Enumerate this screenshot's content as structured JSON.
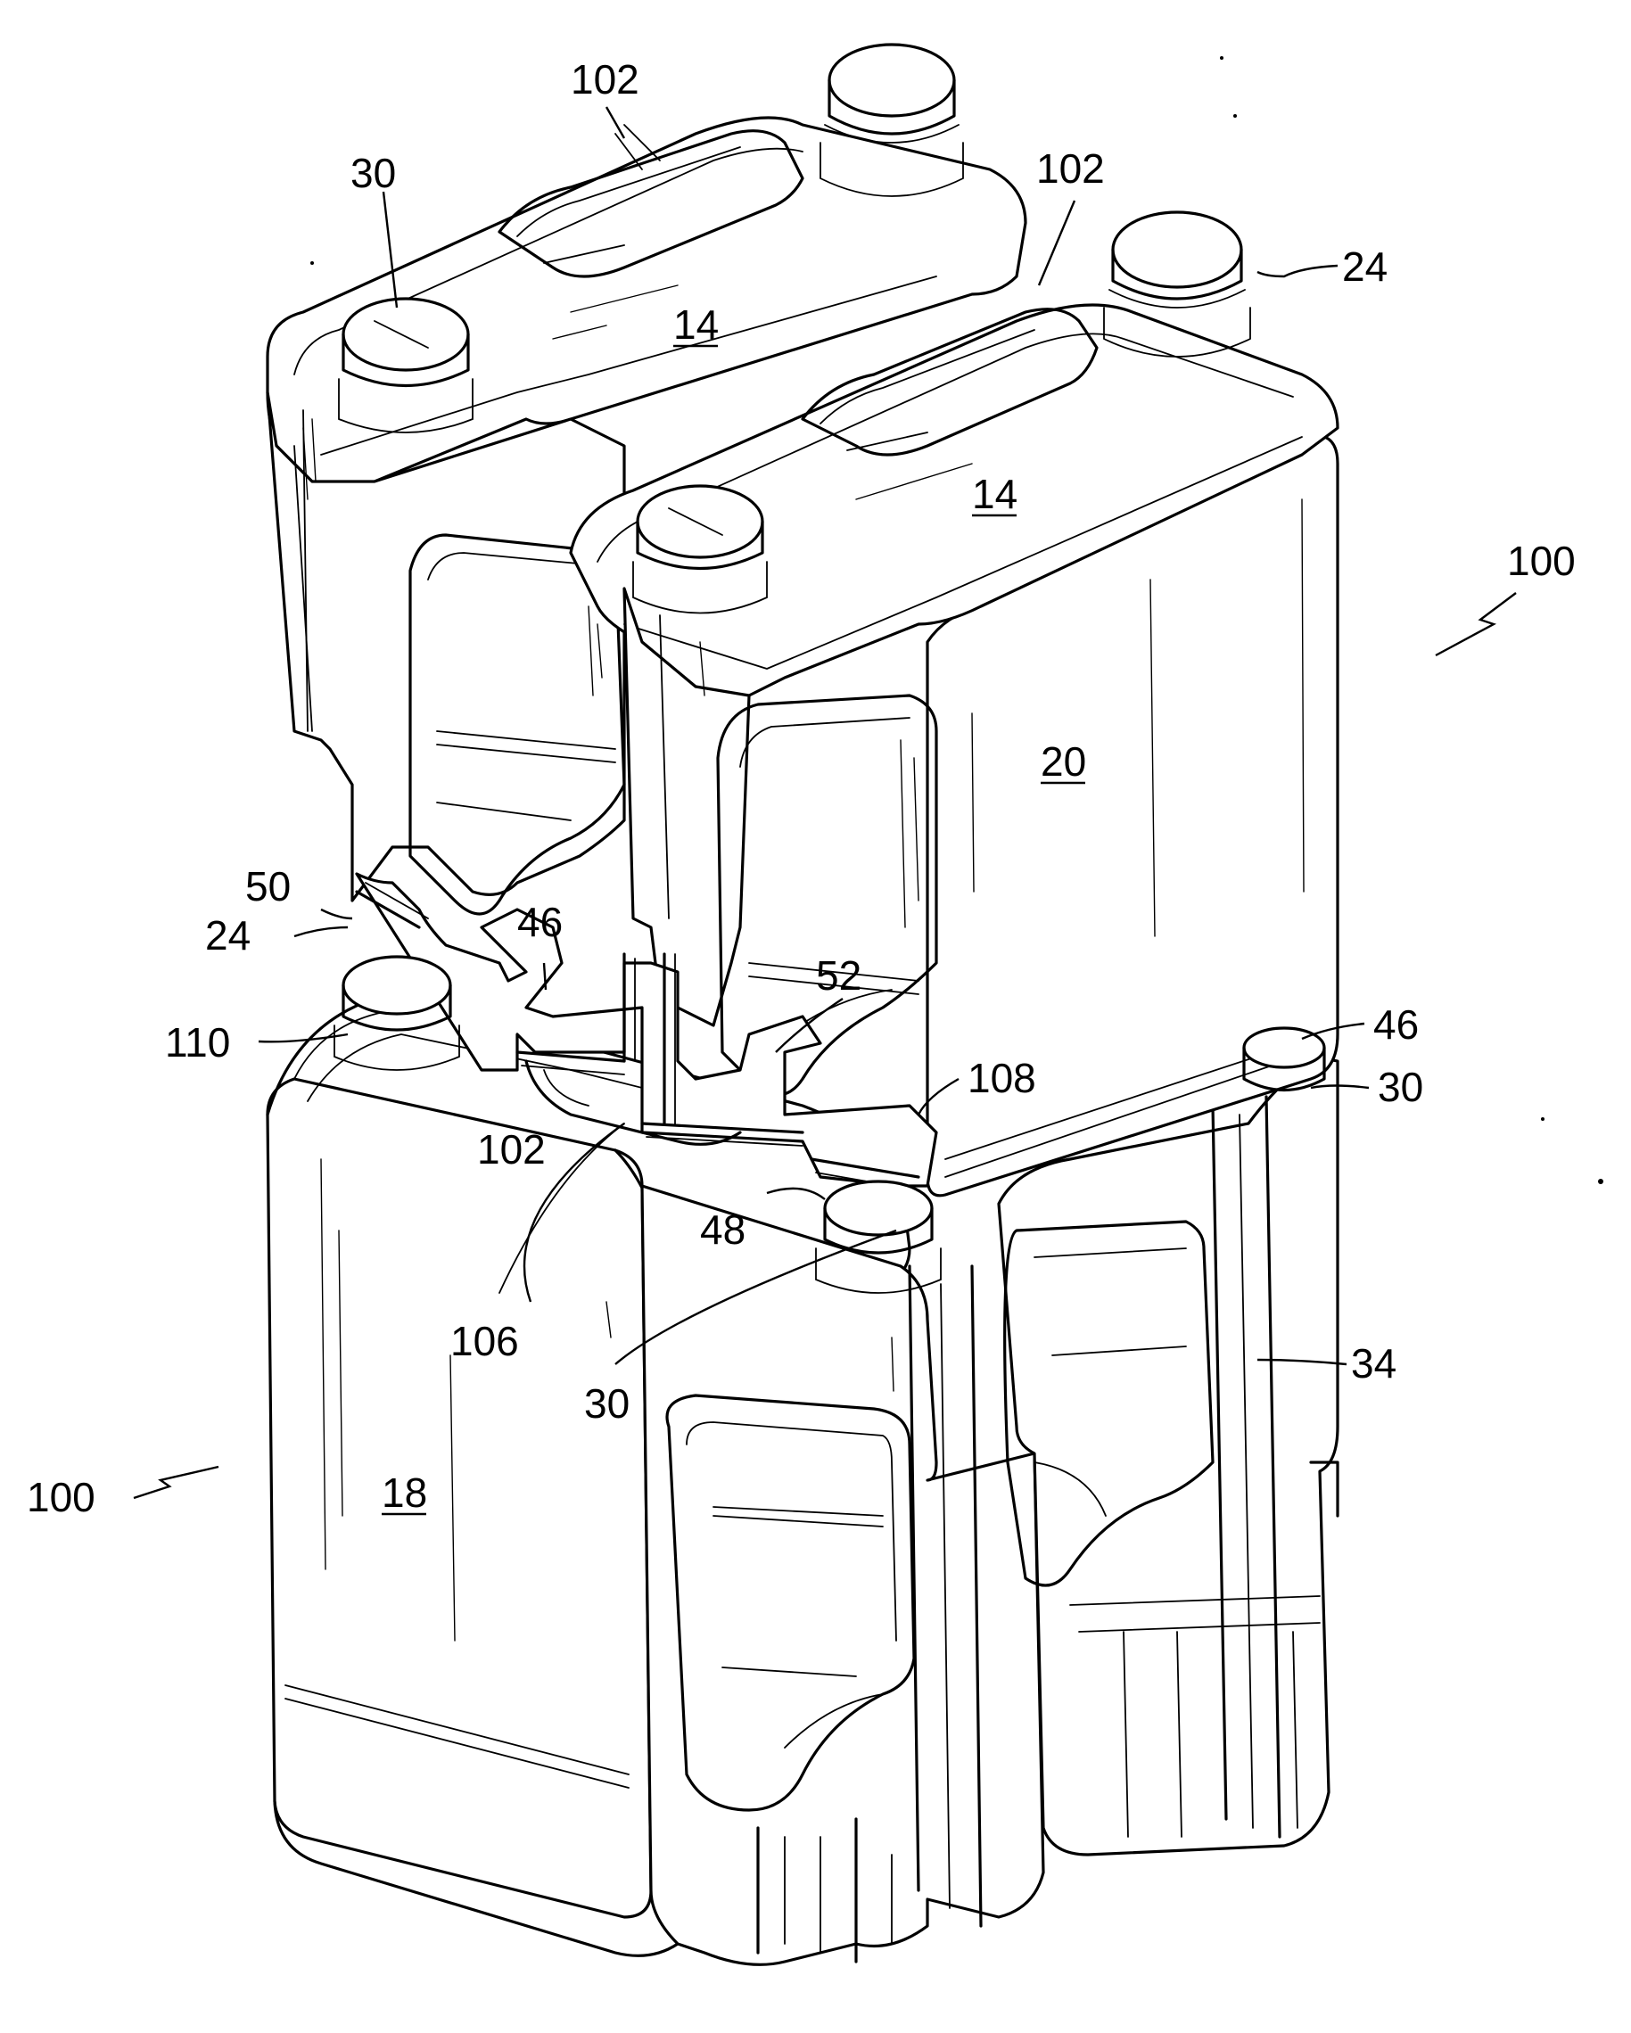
{
  "figure": {
    "labels": {
      "l102_top": "102",
      "l30_topleft": "30",
      "l102_mid": "102",
      "l24_top": "24",
      "l14_top": "14",
      "l14_mid": "14",
      "l100_right": "100",
      "l20": "20",
      "l50": "50",
      "l24_left": "24",
      "l46_left": "46",
      "l52": "52",
      "l110": "110",
      "l46_right": "46",
      "l30_right": "30",
      "l108": "108",
      "l102_low": "102",
      "l48": "48",
      "l106": "106",
      "l34": "34",
      "l30_low": "30",
      "l100_left": "100",
      "l18": "18"
    }
  }
}
